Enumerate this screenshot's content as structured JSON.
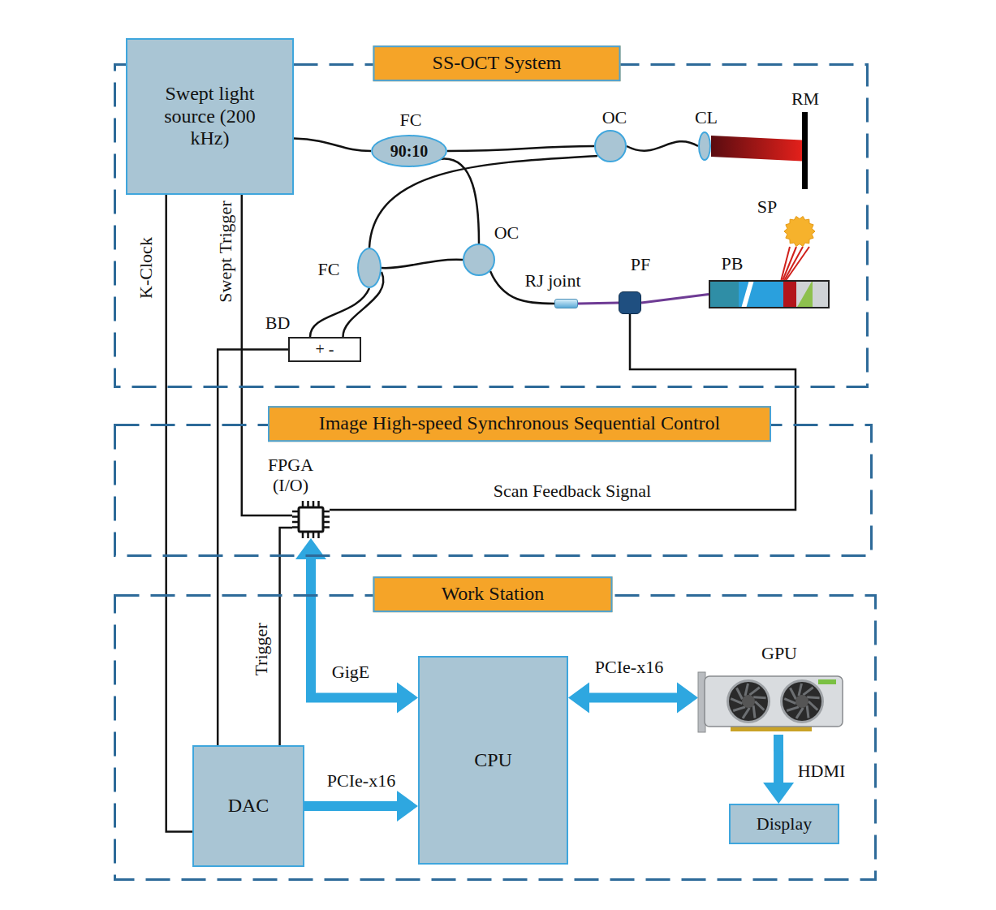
{
  "diagram": {
    "nodes": [
      {
        "text": [
          "SS-OCT System"
        ]
      },
      {
        "text": [
          "Swept light source (200 kHz)"
        ],
        "in": 0
      },
      {
        "text": [
          "FC",
          "90:10"
        ],
        "in": 0
      },
      {
        "text": [
          "OC"
        ],
        "in": 0
      },
      {
        "text": [
          "CL"
        ],
        "in": 0
      },
      {
        "text": [
          "RM"
        ],
        "in": 0
      },
      {
        "text": [
          "SP"
        ],
        "in": 0
      },
      {
        "text": [
          "OC"
        ],
        "in": 0
      },
      {
        "text": [
          "FC"
        ],
        "in": 0
      },
      {
        "text": [
          "BD",
          "+ -"
        ],
        "in": 0
      },
      {
        "text": [
          "RJ joint"
        ],
        "in": 0
      },
      {
        "text": [
          "PF"
        ],
        "in": 0
      },
      {
        "text": [
          "PB"
        ],
        "in": 0
      },
      {
        "text": [
          "Image High-speed Synchronous Sequential Control"
        ]
      },
      {
        "text": [
          "FPGA (I/O)"
        ],
        "in": 13
      },
      {
        "text": [
          "Work Station"
        ]
      },
      {
        "text": [
          "DAC"
        ],
        "in": 15
      },
      {
        "text": [
          "CPU"
        ],
        "in": 15
      },
      {
        "text": [
          "GPU"
        ],
        "in": 15
      },
      {
        "text": [
          "Display"
        ],
        "in": 15
      }
    ],
    "edges": [
      {
        "from": 1,
        "to": 2,
        "arrow": "none"
      },
      {
        "from": 2,
        "to": 3,
        "arrow": "none"
      },
      {
        "from": 2,
        "to": 7,
        "arrow": "none"
      },
      {
        "from": 3,
        "to": 4,
        "arrow": "none"
      },
      {
        "from": 4,
        "to": 5,
        "arrow": "none"
      },
      {
        "from": 3,
        "to": 8,
        "arrow": "none"
      },
      {
        "from": 7,
        "to": 8,
        "arrow": "none"
      },
      {
        "from": 7,
        "to": 10,
        "arrow": "none"
      },
      {
        "from": 10,
        "to": 11,
        "arrow": "none"
      },
      {
        "from": 11,
        "to": 12,
        "arrow": "none"
      },
      {
        "from": 12,
        "to": 6,
        "arrow": "none"
      },
      {
        "from": 8,
        "to": 9,
        "arrow": "none"
      },
      {
        "from": 8,
        "to": 9,
        "arrow": "none"
      },
      {
        "from": 1,
        "to": 16,
        "arrow": "none",
        "label": "K-Clock"
      },
      {
        "from": 1,
        "to": 14,
        "arrow": "none",
        "label": "Swept Trigger"
      },
      {
        "from": 9,
        "to": 16,
        "arrow": "none"
      },
      {
        "from": 16,
        "to": 14,
        "arrow": "none",
        "label": "Trigger"
      },
      {
        "from": 11,
        "to": 14,
        "arrow": "none",
        "label": "Scan Feedback Signal"
      },
      {
        "from": 14,
        "to": 17,
        "arrow": "both",
        "label": "GigE"
      },
      {
        "from": 16,
        "to": 17,
        "arrow": "to",
        "label": "PCIe-x16"
      },
      {
        "from": 17,
        "to": 18,
        "arrow": "both",
        "label": "PCIe-x16"
      },
      {
        "from": 18,
        "to": 19,
        "arrow": "to",
        "label": "HDMI"
      }
    ]
  }
}
